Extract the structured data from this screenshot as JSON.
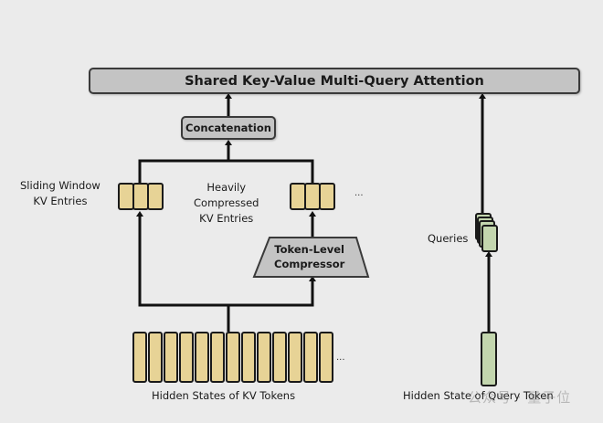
{
  "diagram": {
    "attention_block": {
      "label": "Shared Key-Value Multi-Query Attention"
    },
    "concatenation": {
      "label": "Concatenation"
    },
    "sliding_window": {
      "label_line1": "Sliding Window",
      "label_line2": "KV Entries",
      "cell_count": 3
    },
    "compressed": {
      "label_line1": "Heavily",
      "label_line2": "Compressed",
      "label_line3": "KV Entries",
      "cell_count": 3,
      "ellipsis": "..."
    },
    "compressor": {
      "label_line1": "Token-Level",
      "label_line2": "Compressor"
    },
    "hidden_states": {
      "label": "Hidden States of KV Tokens",
      "cell_count": 13,
      "ellipsis": "..."
    },
    "queries": {
      "label": "Queries",
      "stack_count": 4
    },
    "query_token": {
      "label": "Hidden State of Query Token"
    },
    "watermark": "公众号 · 量子位",
    "colors": {
      "background": "#ebebeb",
      "block_fill": "#c4c4c4",
      "kv_fill": "#e7d396",
      "query_fill": "#c3d6ae",
      "line": "#111111"
    }
  }
}
